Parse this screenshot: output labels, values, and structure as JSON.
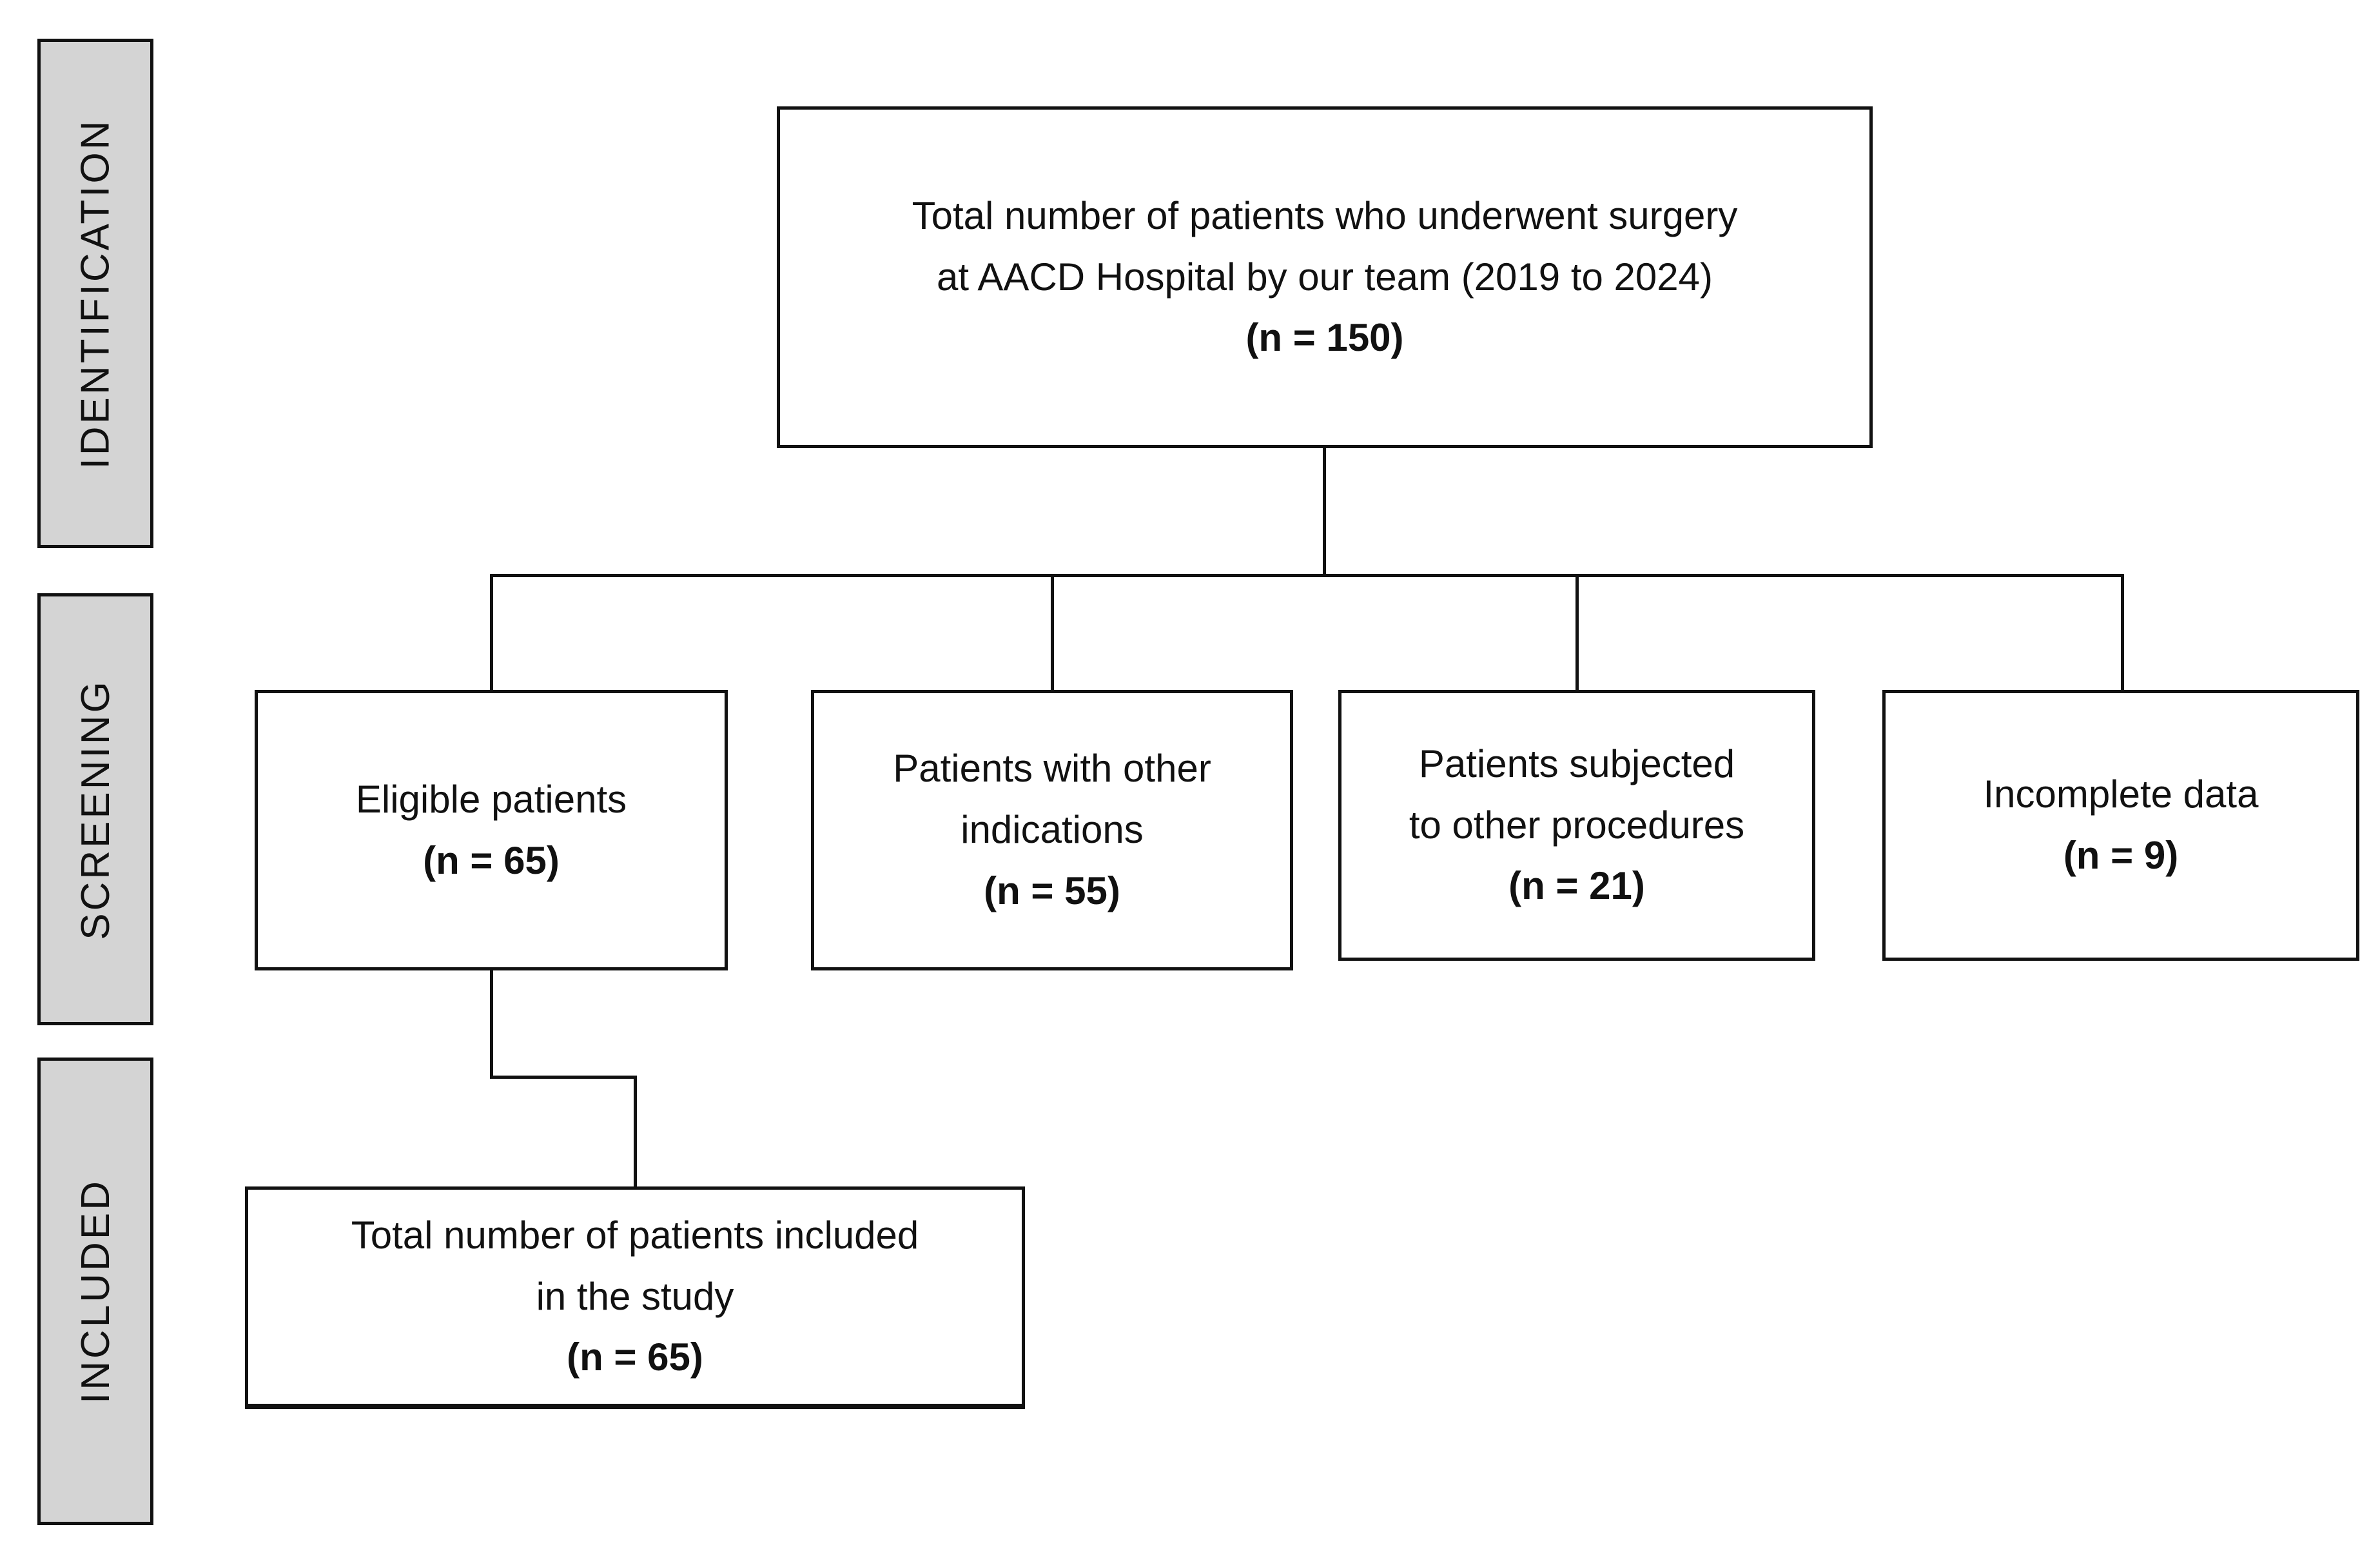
{
  "diagram": {
    "type": "patient-selection-flowchart",
    "stages": [
      {
        "label": "IDENTIFICATION"
      },
      {
        "label": "SCREENING"
      },
      {
        "label": "INCLUDED"
      }
    ],
    "boxes": {
      "total": {
        "line1": "Total number of patients who underwent surgery",
        "line2": "at AACD Hospital by our team (2019 to 2024)",
        "n": "(n = 150)"
      },
      "eligible": {
        "line1": "Eligible patients",
        "n": "(n = 65)"
      },
      "other_indications": {
        "line1": "Patients with other",
        "line2": "indications",
        "n": "(n = 55)"
      },
      "other_procedures": {
        "line1": "Patients subjected",
        "line2": "to other procedures",
        "n": "(n = 21)"
      },
      "incomplete_data": {
        "line1": "Incomplete data",
        "n": "(n = 9)"
      },
      "included": {
        "line1": "Total number of patients included",
        "line2": "in the study",
        "n": "(n = 65)"
      }
    },
    "colors": {
      "background": "#ffffff",
      "stage_fill": "#d4d4d4",
      "border": "#111111",
      "text": "#111111"
    }
  }
}
